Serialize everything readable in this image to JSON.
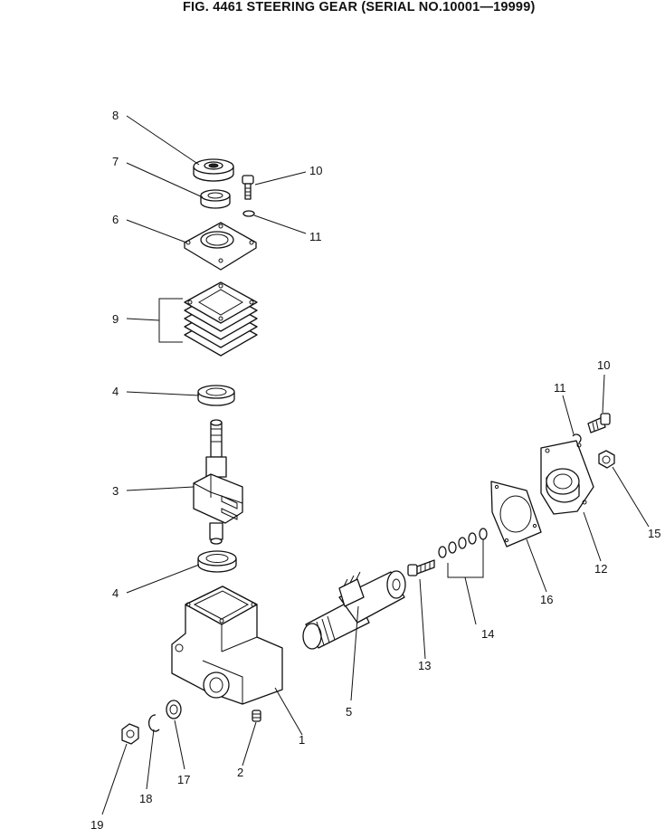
{
  "title": "FIG. 4461  STEERING GEAR (SERIAL NO.10001—19999)",
  "callouts": {
    "c1": "1",
    "c2": "2",
    "c3": "3",
    "c4a": "4",
    "c4b": "4",
    "c5": "5",
    "c6": "6",
    "c7": "7",
    "c8": "8",
    "c9": "9",
    "c10a": "10",
    "c10b": "10",
    "c11a": "11",
    "c11b": "11",
    "c12": "12",
    "c13": "13",
    "c14": "14",
    "c15": "15",
    "c16": "16",
    "c17": "17",
    "c18": "18",
    "c19": "19"
  }
}
